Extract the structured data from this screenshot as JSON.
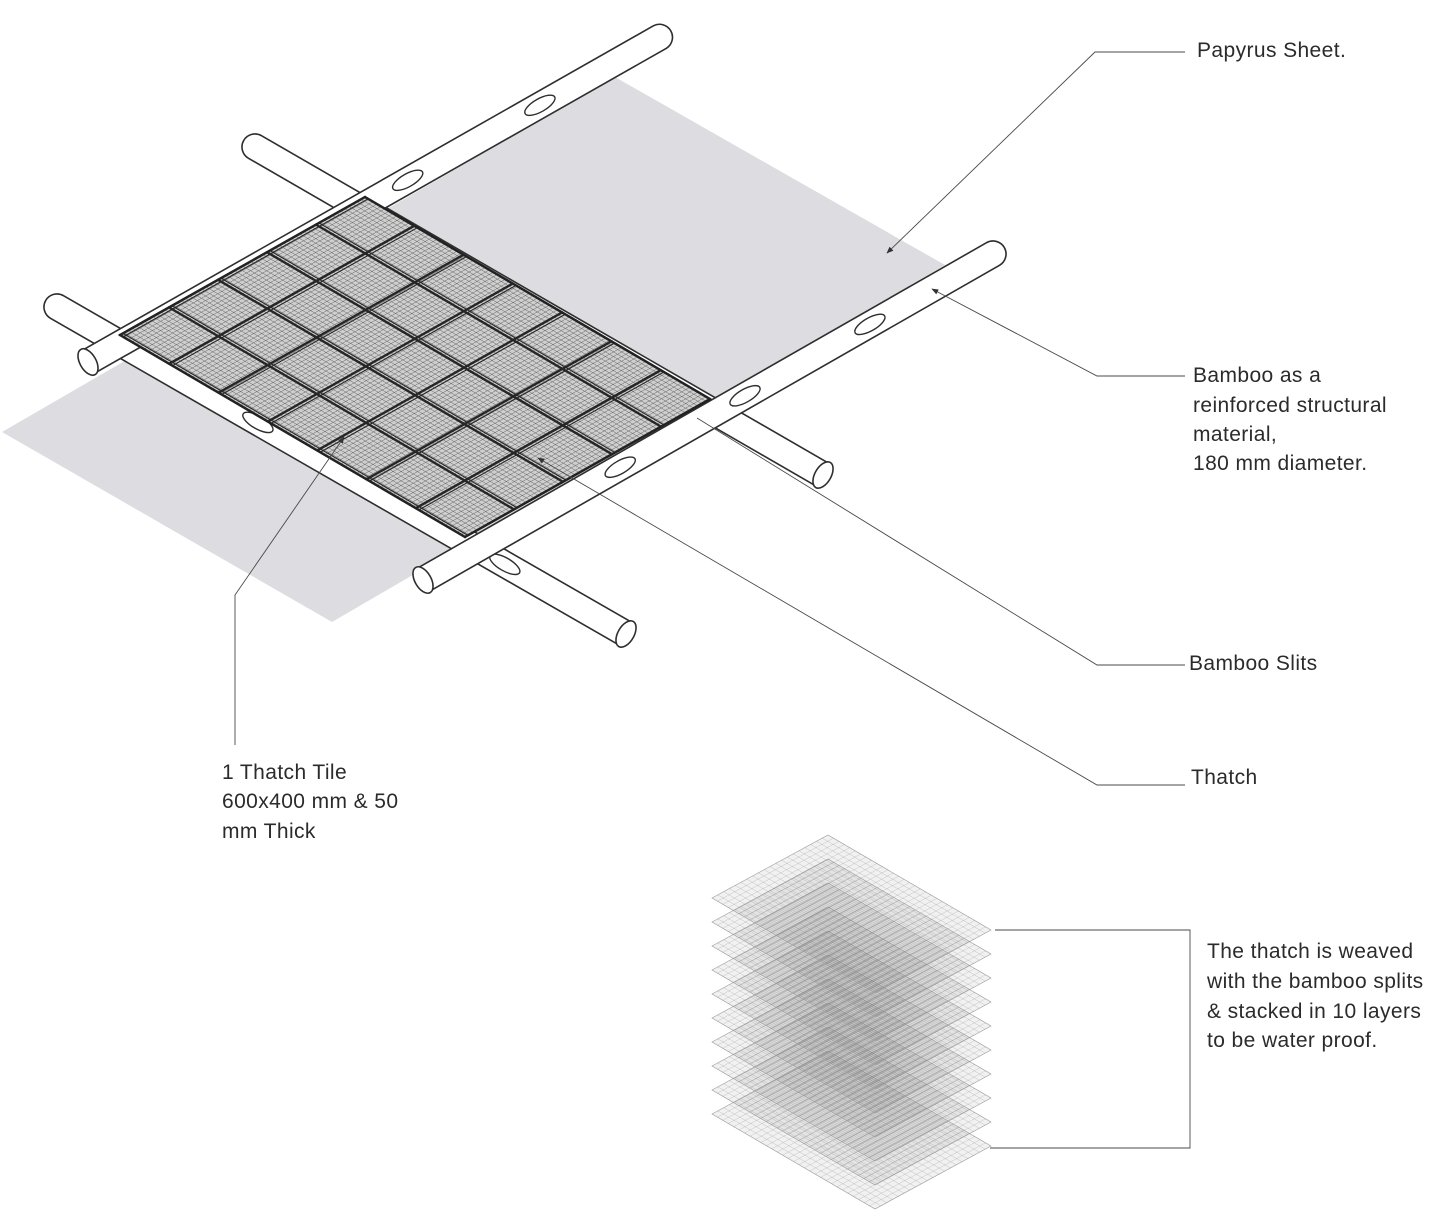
{
  "labels": {
    "papyrus_sheet": "Papyrus Sheet.",
    "bamboo": [
      "Bamboo as a",
      "reinforced structural",
      "material,",
      "180 mm diameter."
    ],
    "bamboo_slits": "Bamboo Slits",
    "thatch": "Thatch",
    "thatch_tile": [
      "1 Thatch Tile",
      "600x400 mm & 50",
      "mm Thick"
    ],
    "stack_note": [
      "The thatch is weaved",
      "with the bamboo splits",
      "& stacked in 10 layers",
      "to be water proof."
    ]
  },
  "colors": {
    "papyrus": "#dddce0",
    "line": "#2e2e2e",
    "thatch_fill": "#cfcfcf",
    "thatch_hatch": "#555555",
    "thatch_grid": "#262626",
    "stack_layer": "#8c8c8c",
    "stack_hatch": "#7a7a7a"
  }
}
